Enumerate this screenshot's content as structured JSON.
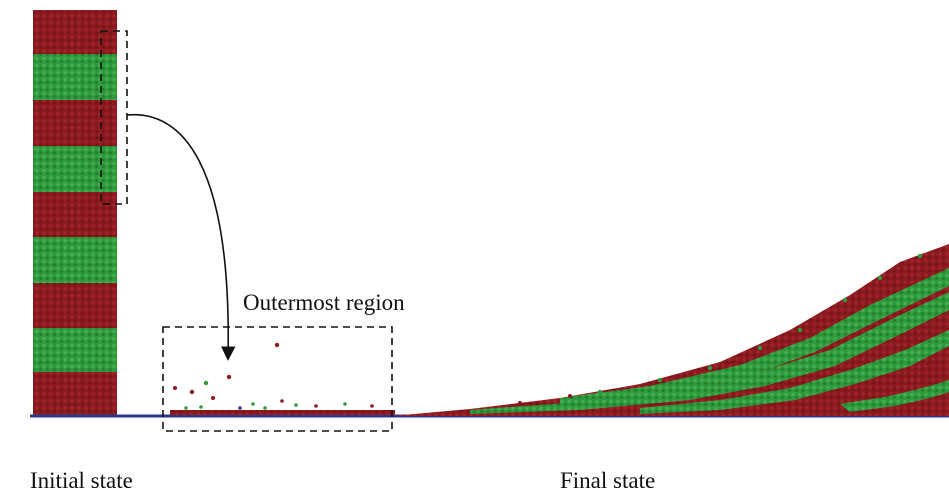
{
  "labels": {
    "outermost_region": "Outermost region",
    "initial_state": "Initial state",
    "final_state": "Final state"
  },
  "colors": {
    "red": "#8b1a1f",
    "green": "#2e9a3c",
    "base": "#283a8c",
    "ink": "#111111"
  }
}
